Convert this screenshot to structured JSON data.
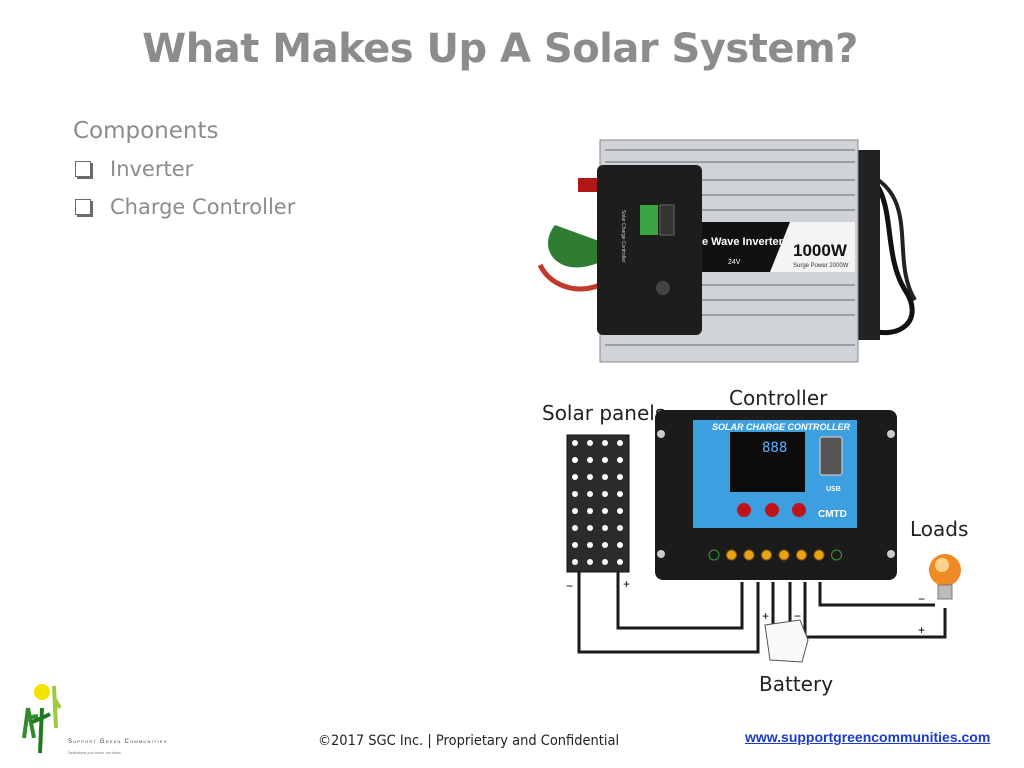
{
  "slide": {
    "title": "What Makes Up A Solar System?",
    "heading": "Components",
    "bullets": [
      {
        "label": "Inverter"
      },
      {
        "label": "Charge Controller"
      }
    ]
  },
  "inverter_image": {
    "model_text": "e Wave Inverter",
    "power": "1000W",
    "surge": "Surge Power 2000W",
    "voltage": "24V",
    "controller_text": "Solar Charge Controller"
  },
  "diagram": {
    "solar_panels_label": "Solar panels",
    "controller_label": "Controller",
    "loads_label": "Loads",
    "battery_label": "Battery",
    "panel_banner": "SOLAR CHARGE CONTROLLER",
    "brand": "CMTD",
    "usb": "USB",
    "lcd_digits": "888",
    "minus": "−",
    "plus": "+",
    "colors": {
      "panel_blue": "#3d9fe0",
      "body": "#1b1b1b"
    }
  },
  "footer": {
    "org_name": "Support Green Communities",
    "org_tagline": "Dedications your future, our future",
    "copyright": "©2017 SGC Inc. | Proprietary and Confidential",
    "website": "www.supportgreencommunities.com"
  }
}
